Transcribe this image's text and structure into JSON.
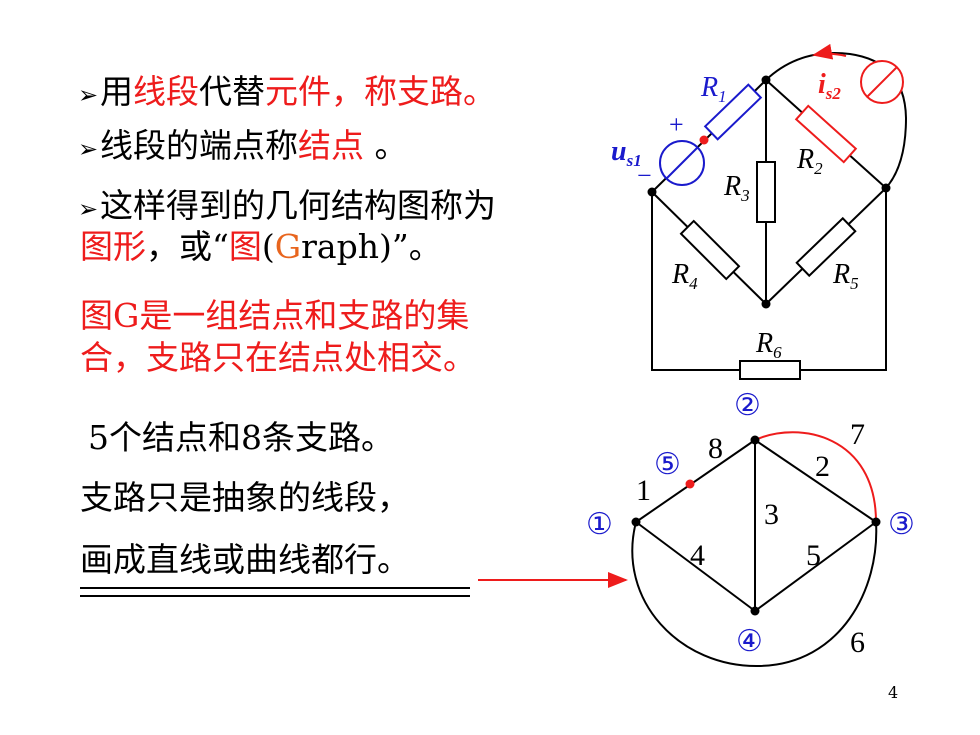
{
  "bullets": [
    {
      "parts": [
        {
          "t": "用",
          "c": ""
        },
        {
          "t": "线段",
          "c": "red"
        },
        {
          "t": "代替",
          "c": ""
        },
        {
          "t": "元件，称支路。",
          "c": "red"
        }
      ]
    },
    {
      "parts": [
        {
          "t": "线段的端点称",
          "c": ""
        },
        {
          "t": "结点",
          "c": "red"
        },
        {
          "t": " 。",
          "c": ""
        }
      ]
    },
    {
      "parts": [
        {
          "t": "这样得到的几何结构图称为",
          "c": ""
        }
      ]
    }
  ],
  "line4": [
    {
      "t": "图形",
      "c": "red"
    },
    {
      "t": "，或“",
      "c": ""
    },
    {
      "t": "图",
      "c": "red"
    },
    {
      "t": "(",
      "c": ""
    },
    {
      "t": "G",
      "c": "orange"
    },
    {
      "t": "raph)”。",
      "c": ""
    }
  ],
  "definition": [
    "图G是一组结点和支路的集",
    "合，支路只在结点处相交。"
  ],
  "notes": [
    "5个结点和8条支路。",
    "支路只是抽象的线段，",
    "画成直线或曲线都行。"
  ],
  "bullet_glyph": "➢",
  "page_number": "4",
  "colors": {
    "red": "#ee1c1c",
    "orange": "#e8651e",
    "blue": "#1a1acc",
    "black": "#000000"
  },
  "circuit": {
    "r1": "R",
    "r1_sub": "1",
    "r2": "R",
    "r2_sub": "2",
    "r3": "R",
    "r3_sub": "3",
    "r4": "R",
    "r4_sub": "4",
    "r5": "R",
    "r5_sub": "5",
    "r6": "R",
    "r6_sub": "6",
    "us": "u",
    "us_sub": "s1",
    "is": "i",
    "is_sub": "s2",
    "plus": "+",
    "minus": "−"
  },
  "graph": {
    "nodes": {
      "n1": "①",
      "n2": "②",
      "n3": "③",
      "n4": "④",
      "n5": "⑤"
    },
    "branches": {
      "b1": "1",
      "b2": "2",
      "b3": "3",
      "b4": "4",
      "b5": "5",
      "b6": "6",
      "b7": "7",
      "b8": "8"
    }
  }
}
